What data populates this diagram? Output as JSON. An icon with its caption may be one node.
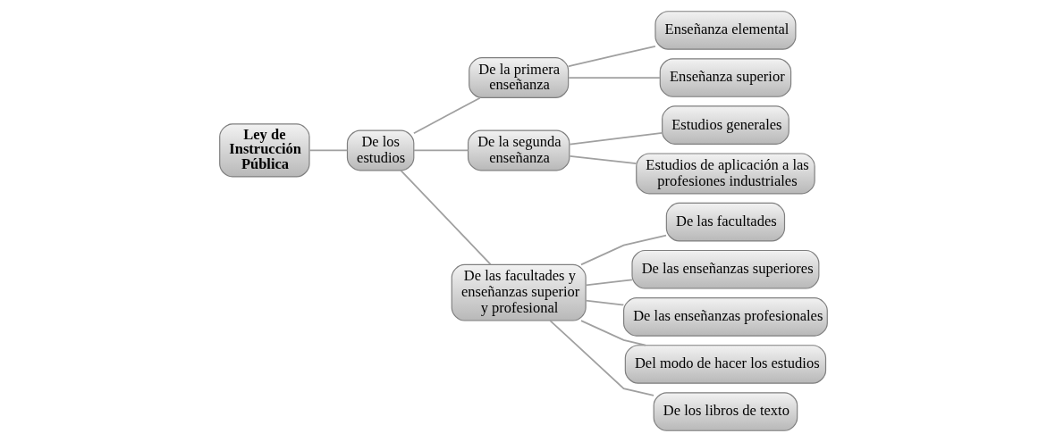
{
  "diagram": {
    "nodes": [
      {
        "text": [
          "Ley de Instrucción Pública"
        ]
      },
      {
        "text": [
          "De los estudios"
        ]
      },
      {
        "text": [
          "De la primera enseñanza"
        ]
      },
      {
        "text": [
          "De la segunda enseñanza"
        ]
      },
      {
        "text": [
          "De las facultades y enseñanzas superior y profesional"
        ]
      },
      {
        "text": [
          "Enseñanza elemental"
        ]
      },
      {
        "text": [
          "Enseñanza superior"
        ]
      },
      {
        "text": [
          "Estudios generales"
        ]
      },
      {
        "text": [
          "Estudios de aplicación a las profesiones industriales"
        ]
      },
      {
        "text": [
          "De las facultades"
        ]
      },
      {
        "text": [
          "De las enseñanzas superiores"
        ]
      },
      {
        "text": [
          "De las enseñanzas profesionales"
        ]
      },
      {
        "text": [
          "Del modo de hacer los estudios"
        ]
      },
      {
        "text": [
          "De los libros de texto"
        ]
      }
    ],
    "edges": [
      {
        "from": 0,
        "to": 1,
        "arrow": "none"
      },
      {
        "from": 1,
        "to": 2,
        "arrow": "none"
      },
      {
        "from": 1,
        "to": 3,
        "arrow": "none"
      },
      {
        "from": 1,
        "to": 4,
        "arrow": "none"
      },
      {
        "from": 2,
        "to": 5,
        "arrow": "none"
      },
      {
        "from": 2,
        "to": 6,
        "arrow": "none"
      },
      {
        "from": 3,
        "to": 7,
        "arrow": "none"
      },
      {
        "from": 3,
        "to": 8,
        "arrow": "none"
      },
      {
        "from": 4,
        "to": 9,
        "arrow": "none"
      },
      {
        "from": 4,
        "to": 10,
        "arrow": "none"
      },
      {
        "from": 4,
        "to": 11,
        "arrow": "none"
      },
      {
        "from": 4,
        "to": 12,
        "arrow": "none"
      },
      {
        "from": 4,
        "to": 13,
        "arrow": "none"
      }
    ]
  }
}
